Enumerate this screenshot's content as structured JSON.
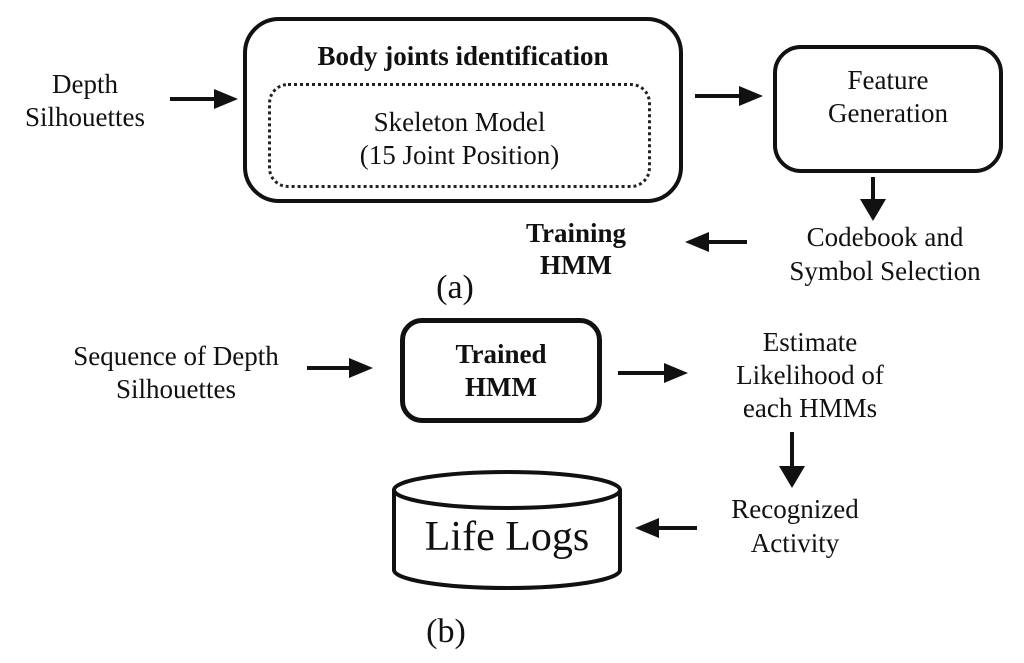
{
  "figure": {
    "colors": {
      "ink": "#111111",
      "background": "#ffffff"
    },
    "part_a": {
      "input_label": "Depth\nSilhouettes",
      "body_joints_title": "Body joints identification",
      "skeleton_model_label": "Skeleton Model\n(15 Joint Position)",
      "feature_generation_label": "Feature\nGeneration",
      "codebook_label": "Codebook and\nSymbol Selection",
      "training_hmm_label": "Training\nHMM",
      "caption": "(a)"
    },
    "part_b": {
      "input_label": "Sequence of Depth\nSilhouettes",
      "trained_hmm_label": "Trained\nHMM",
      "estimate_label": "Estimate\nLikelihood of\neach HMMs",
      "recognized_label": "Recognized\nActivity",
      "life_logs_label": "Life Logs",
      "caption": "(b)"
    }
  }
}
